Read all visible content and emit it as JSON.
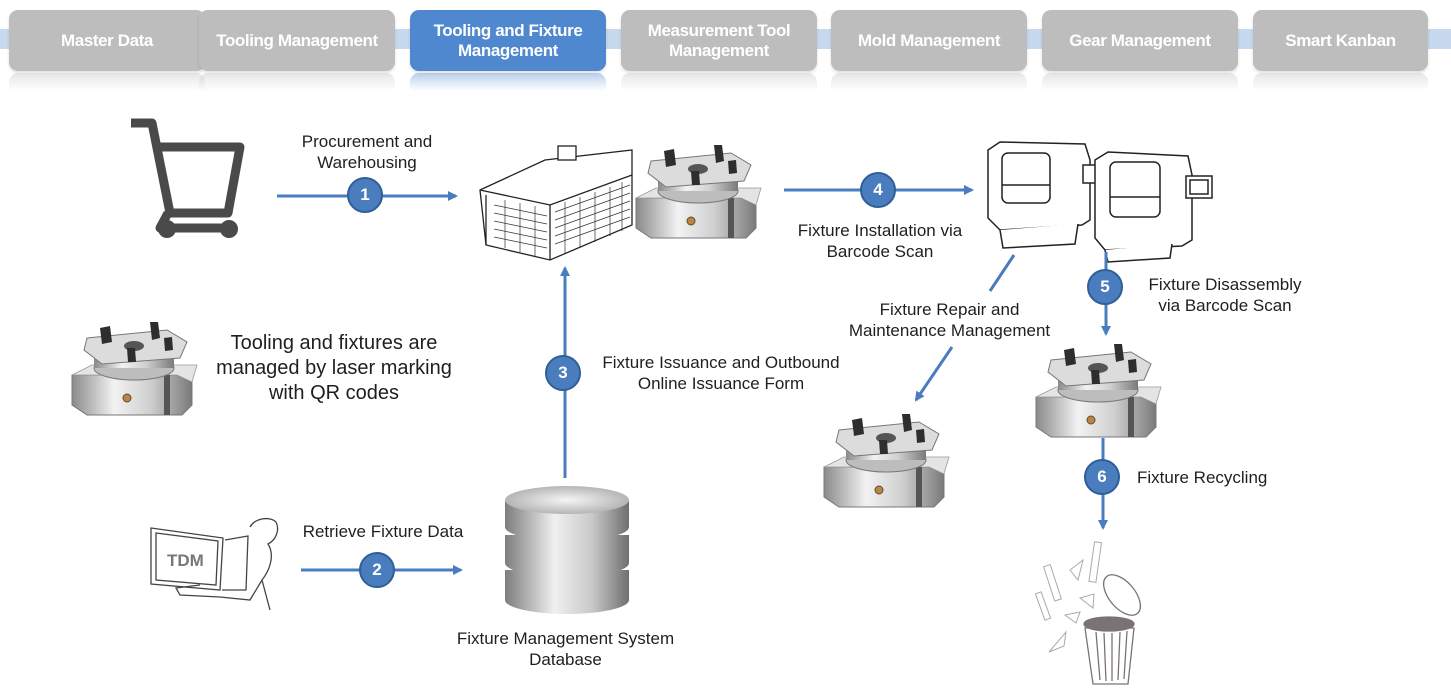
{
  "nav": {
    "tabs": [
      {
        "label": "Master Data",
        "active": false
      },
      {
        "label": "Tooling Management",
        "active": false
      },
      {
        "label": "Tooling and Fixture Management",
        "active": true
      },
      {
        "label": "Measurement Tool Management",
        "active": false
      },
      {
        "label": "Mold Management",
        "active": false
      },
      {
        "label": "Gear Management",
        "active": false
      },
      {
        "label": "Smart Kanban",
        "active": false
      }
    ]
  },
  "colors": {
    "active_tab": "#4f88cf",
    "inactive_tab": "#bdbdbd",
    "nav_band": "#c7d9ee",
    "arrow": "#4a7dbd",
    "step_badge": "#4a7dbd"
  },
  "diagram": {
    "note": "Tooling and fixtures are managed by laser marking with QR codes",
    "steps": [
      {
        "number": "1",
        "label": "Procurement and Warehousing"
      },
      {
        "number": "2",
        "label": "Retrieve Fixture Data"
      },
      {
        "number": "3",
        "label": "Fixture Issuance and Outbound Online Issuance Form"
      },
      {
        "number": "4",
        "label": "Fixture Installation via Barcode Scan"
      },
      {
        "number": "5",
        "label": "Fixture Disassembly via Barcode Scan"
      },
      {
        "number": "6",
        "label": "Fixture Recycling"
      }
    ],
    "repair_label": "Fixture Repair and Maintenance Management",
    "database_label": "Fixture Management System Database",
    "tdm_screen_text": "TDM",
    "icons": [
      "shopping-cart",
      "storage-cabinet",
      "fixture",
      "cnc-machine",
      "database",
      "tdm-workstation",
      "trash-bin"
    ]
  }
}
